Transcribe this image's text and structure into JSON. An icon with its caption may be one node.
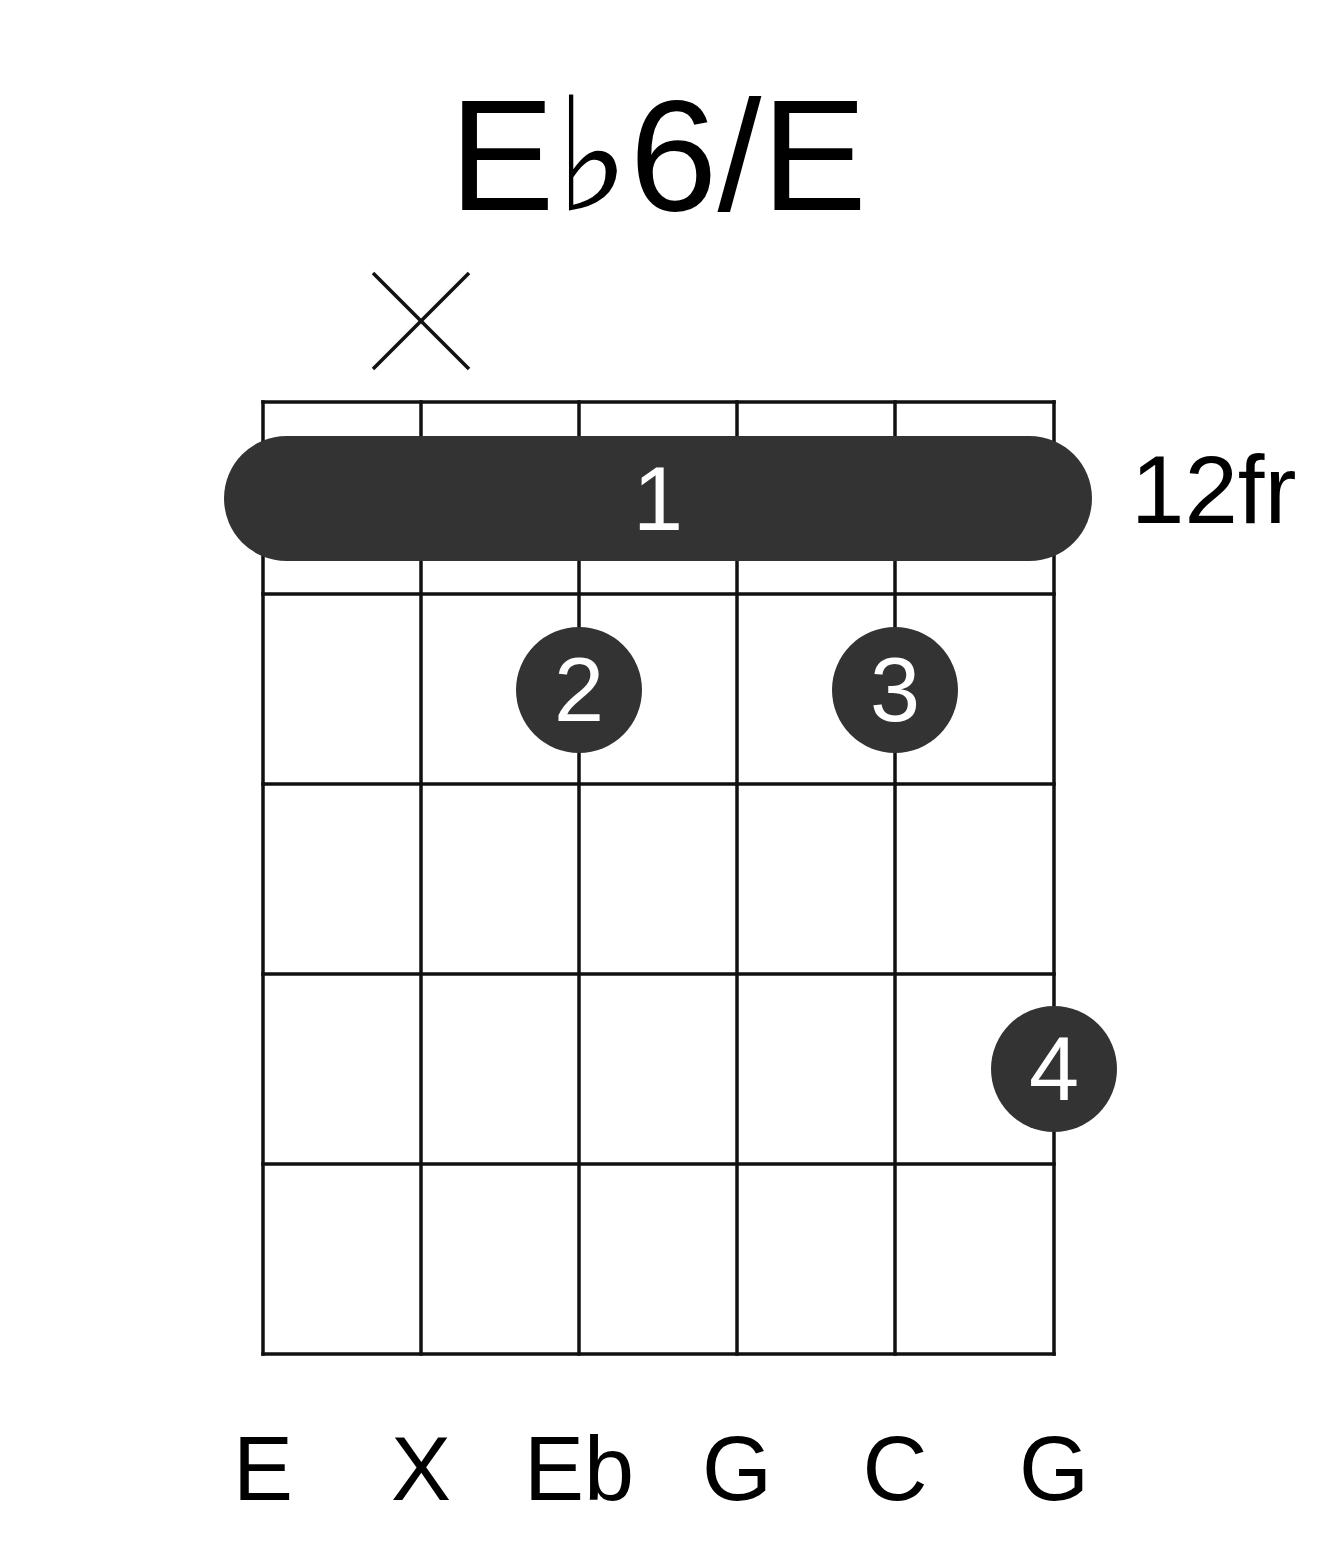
{
  "diagram": {
    "title": "E♭6/E",
    "nodes": [
      {
        "text": [
          "1"
        ]
      },
      {
        "text": [
          "2"
        ]
      },
      {
        "text": [
          "3"
        ]
      },
      {
        "text": [
          "4"
        ]
      }
    ],
    "labels": [
      "12fr",
      "E",
      "X",
      "Eb",
      "G",
      "C",
      "G"
    ]
  }
}
